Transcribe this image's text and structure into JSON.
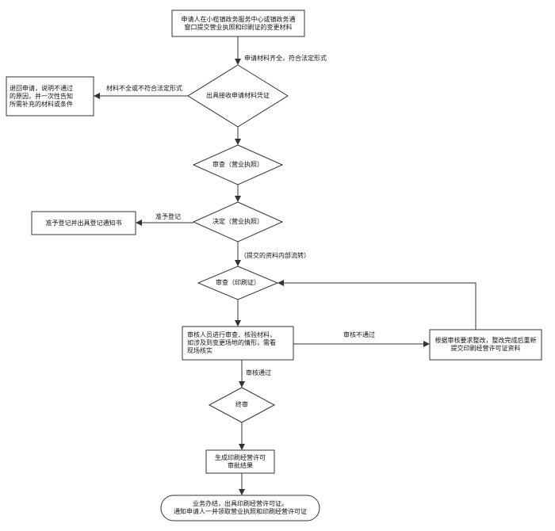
{
  "nodes": {
    "apply": "申请人在小榄镇政务服务中心或镇政务通\n窗口提交营业执照和印刷证的变更材料",
    "receipt": "出具接收申请材料凭证",
    "reject": "退回申请，说明不通过\n的原因，并一次性告知\n所需补充的材料或条件",
    "review_license": "审查（营业执照）",
    "decide_license": "决定（营业执照）",
    "grant_notice": "准予登记并出具登记通知书",
    "review_print": "审查（印刷证）",
    "check": "审核人员进行审查、核验材料，\n如涉及到变更场地的情形，需看\n现场核实",
    "rectify": "根据审核要求整改，整改完成后重新\n提交印刷经营许可证资料",
    "final": "终审",
    "result": "生成印刷经营许可\n审批结果",
    "done": "业务办结，出具印刷经营许可证。\n通知申请人一并领取营业执照和印刷经营许可证"
  },
  "edges": {
    "complete": "申请材料齐全，符合法定形式",
    "incomplete": "材料不全或不符合法定形式",
    "approve": "准予登记",
    "transfer": "（提交的资料内部流转）",
    "fail": "审核不通过",
    "pass": "审核通过"
  }
}
